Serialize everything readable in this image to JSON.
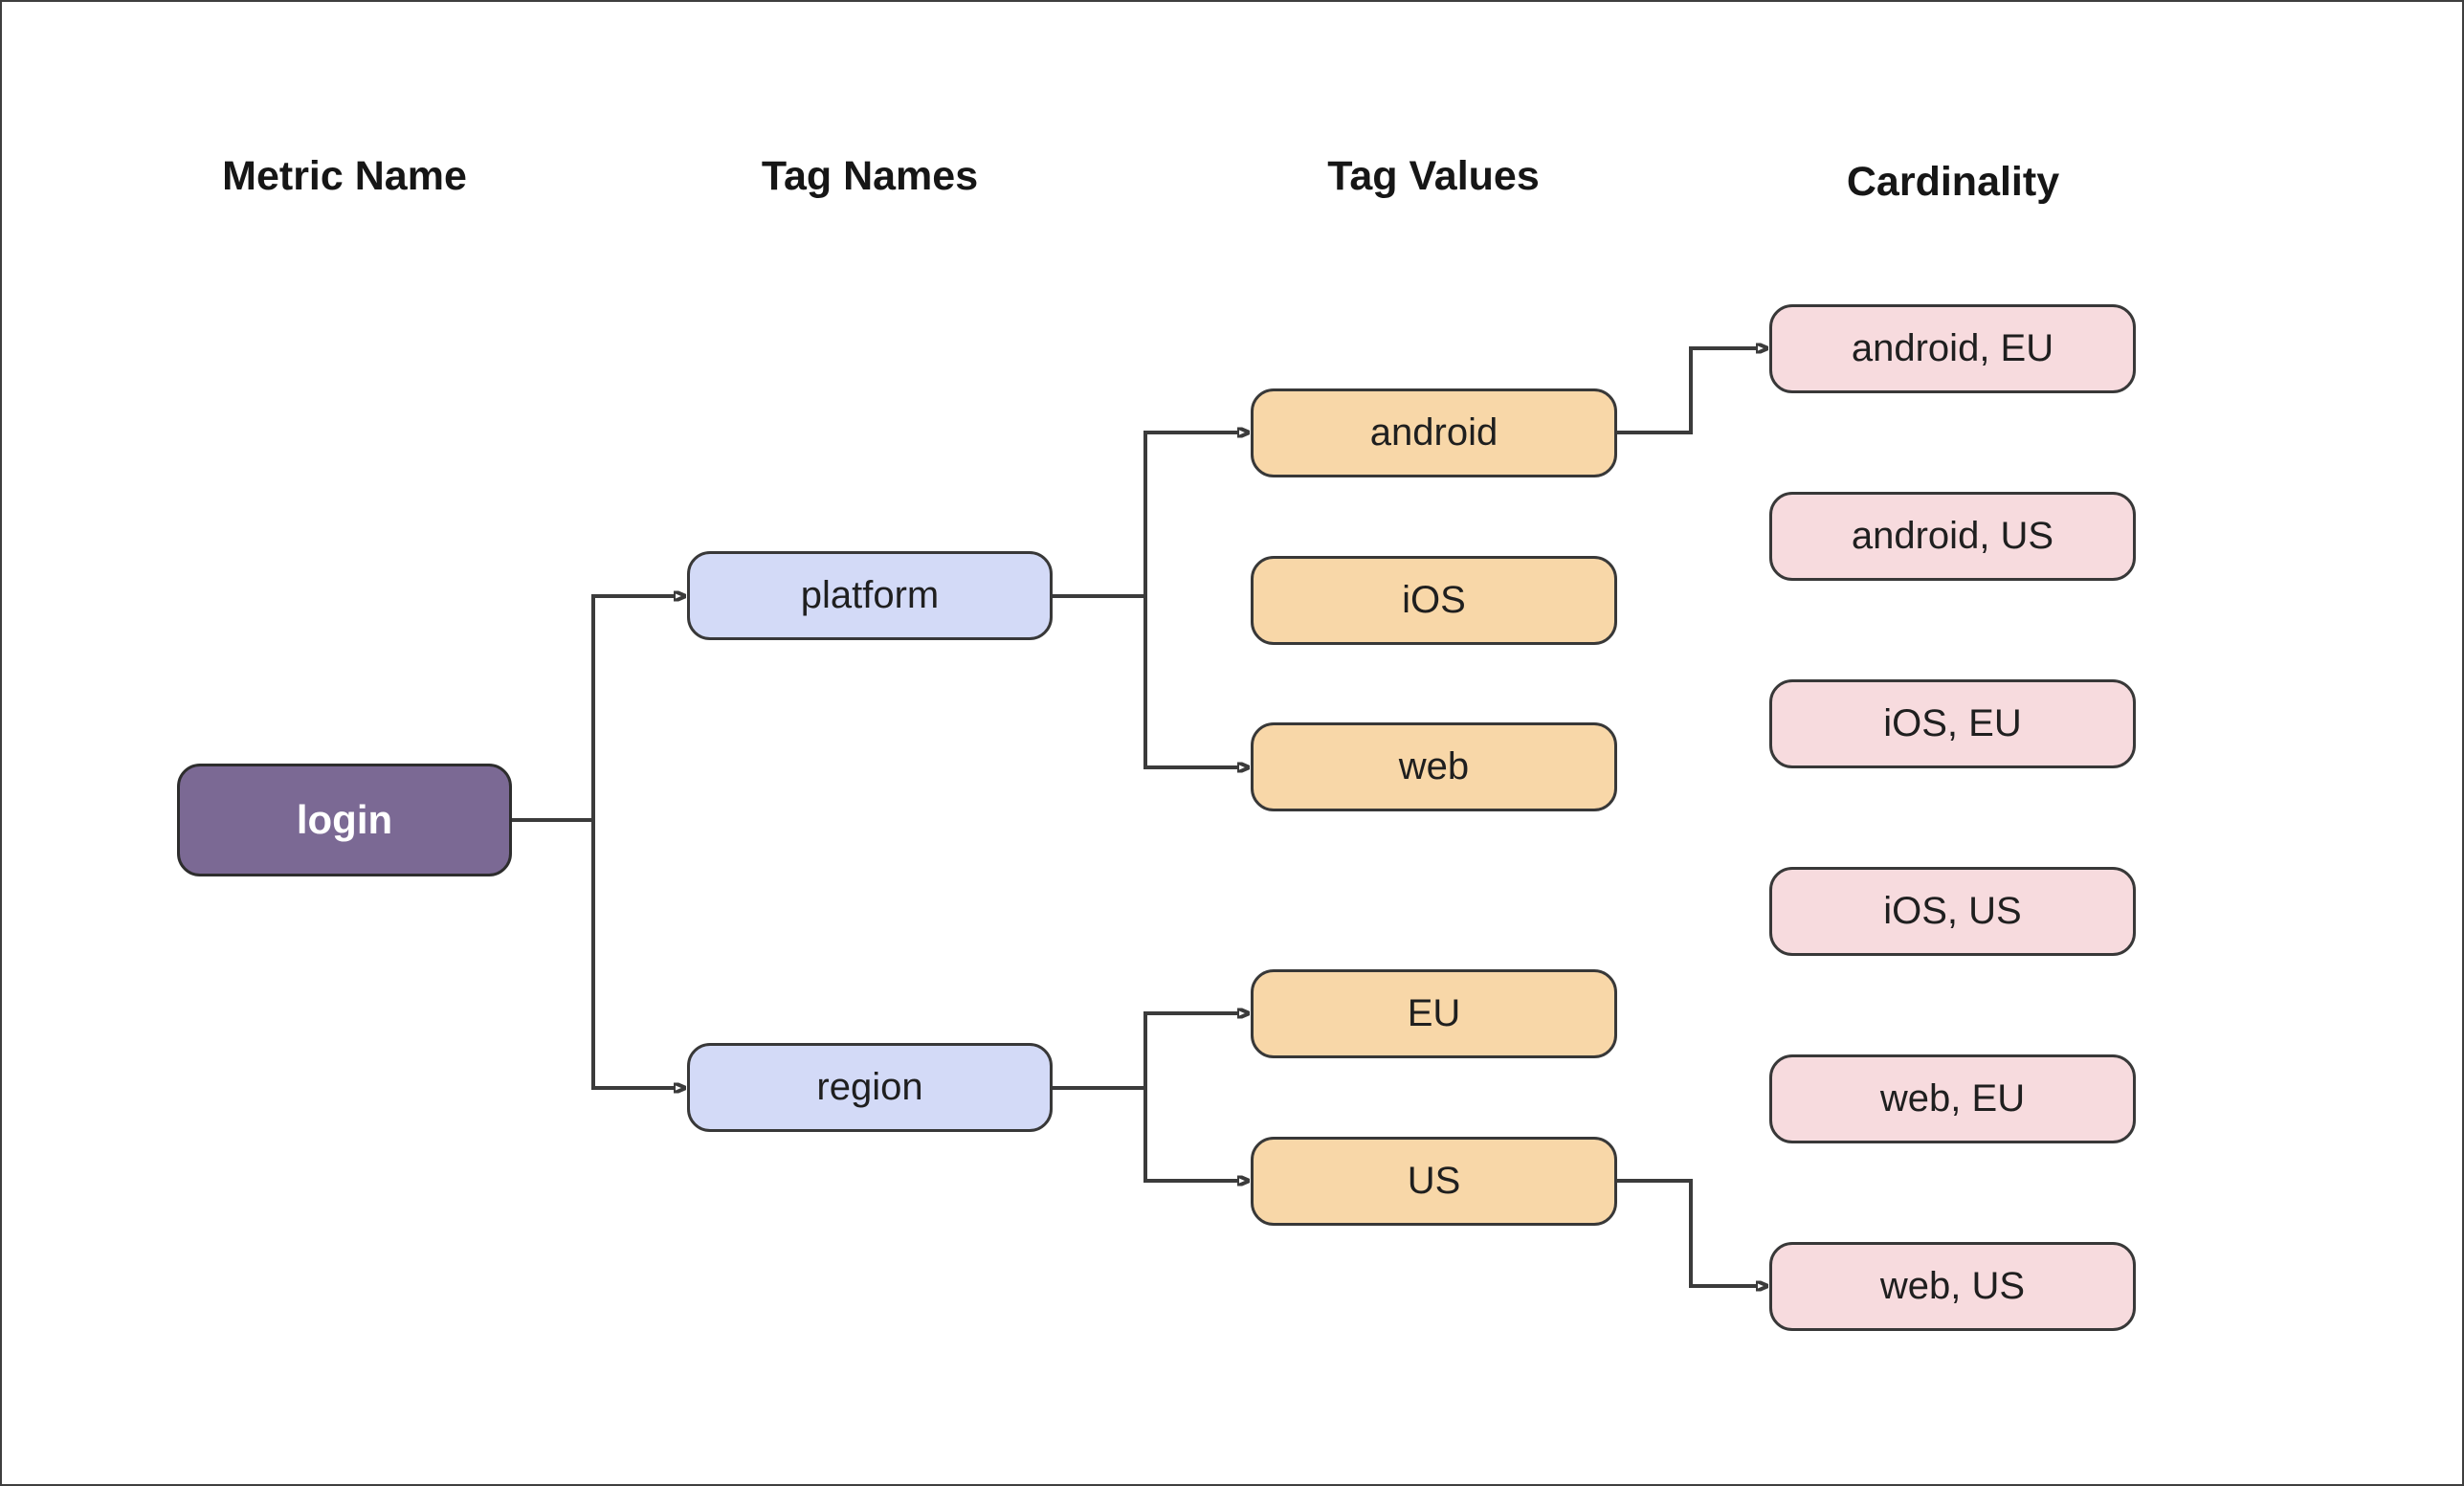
{
  "diagram": {
    "headers": [
      {
        "label": "Metric Name"
      },
      {
        "label": "Tag Names"
      },
      {
        "label": "Tag Values"
      },
      {
        "label": "Cardinality"
      }
    ],
    "metric": {
      "label": "login"
    },
    "tag_names": [
      {
        "label": "platform"
      },
      {
        "label": "region"
      }
    ],
    "tag_values": [
      {
        "label": "android"
      },
      {
        "label": "iOS"
      },
      {
        "label": "web"
      },
      {
        "label": "EU"
      },
      {
        "label": "US"
      }
    ],
    "cardinality": [
      {
        "label": "android, EU"
      },
      {
        "label": "android, US"
      },
      {
        "label": "iOS, EU"
      },
      {
        "label": "iOS, US"
      },
      {
        "label": "web, EU"
      },
      {
        "label": "web, US"
      }
    ],
    "edges": [
      {
        "from": "login",
        "to": "platform"
      },
      {
        "from": "login",
        "to": "region"
      },
      {
        "from": "platform",
        "to": "android"
      },
      {
        "from": "platform",
        "to": "web"
      },
      {
        "from": "region",
        "to": "EU"
      },
      {
        "from": "region",
        "to": "US"
      },
      {
        "from": "android",
        "to": "android, EU"
      },
      {
        "from": "US",
        "to": "web, US"
      }
    ]
  },
  "colors": {
    "metric_fill": "#7b6994",
    "tag_name_fill": "#d3daf7",
    "tag_value_fill": "#f8d7a8",
    "cardinality_fill": "#f7dbde",
    "node_border": "#383838",
    "edge_stroke": "#3b3b3b",
    "text": "#1f1f1f",
    "background": "#ffffff"
  }
}
